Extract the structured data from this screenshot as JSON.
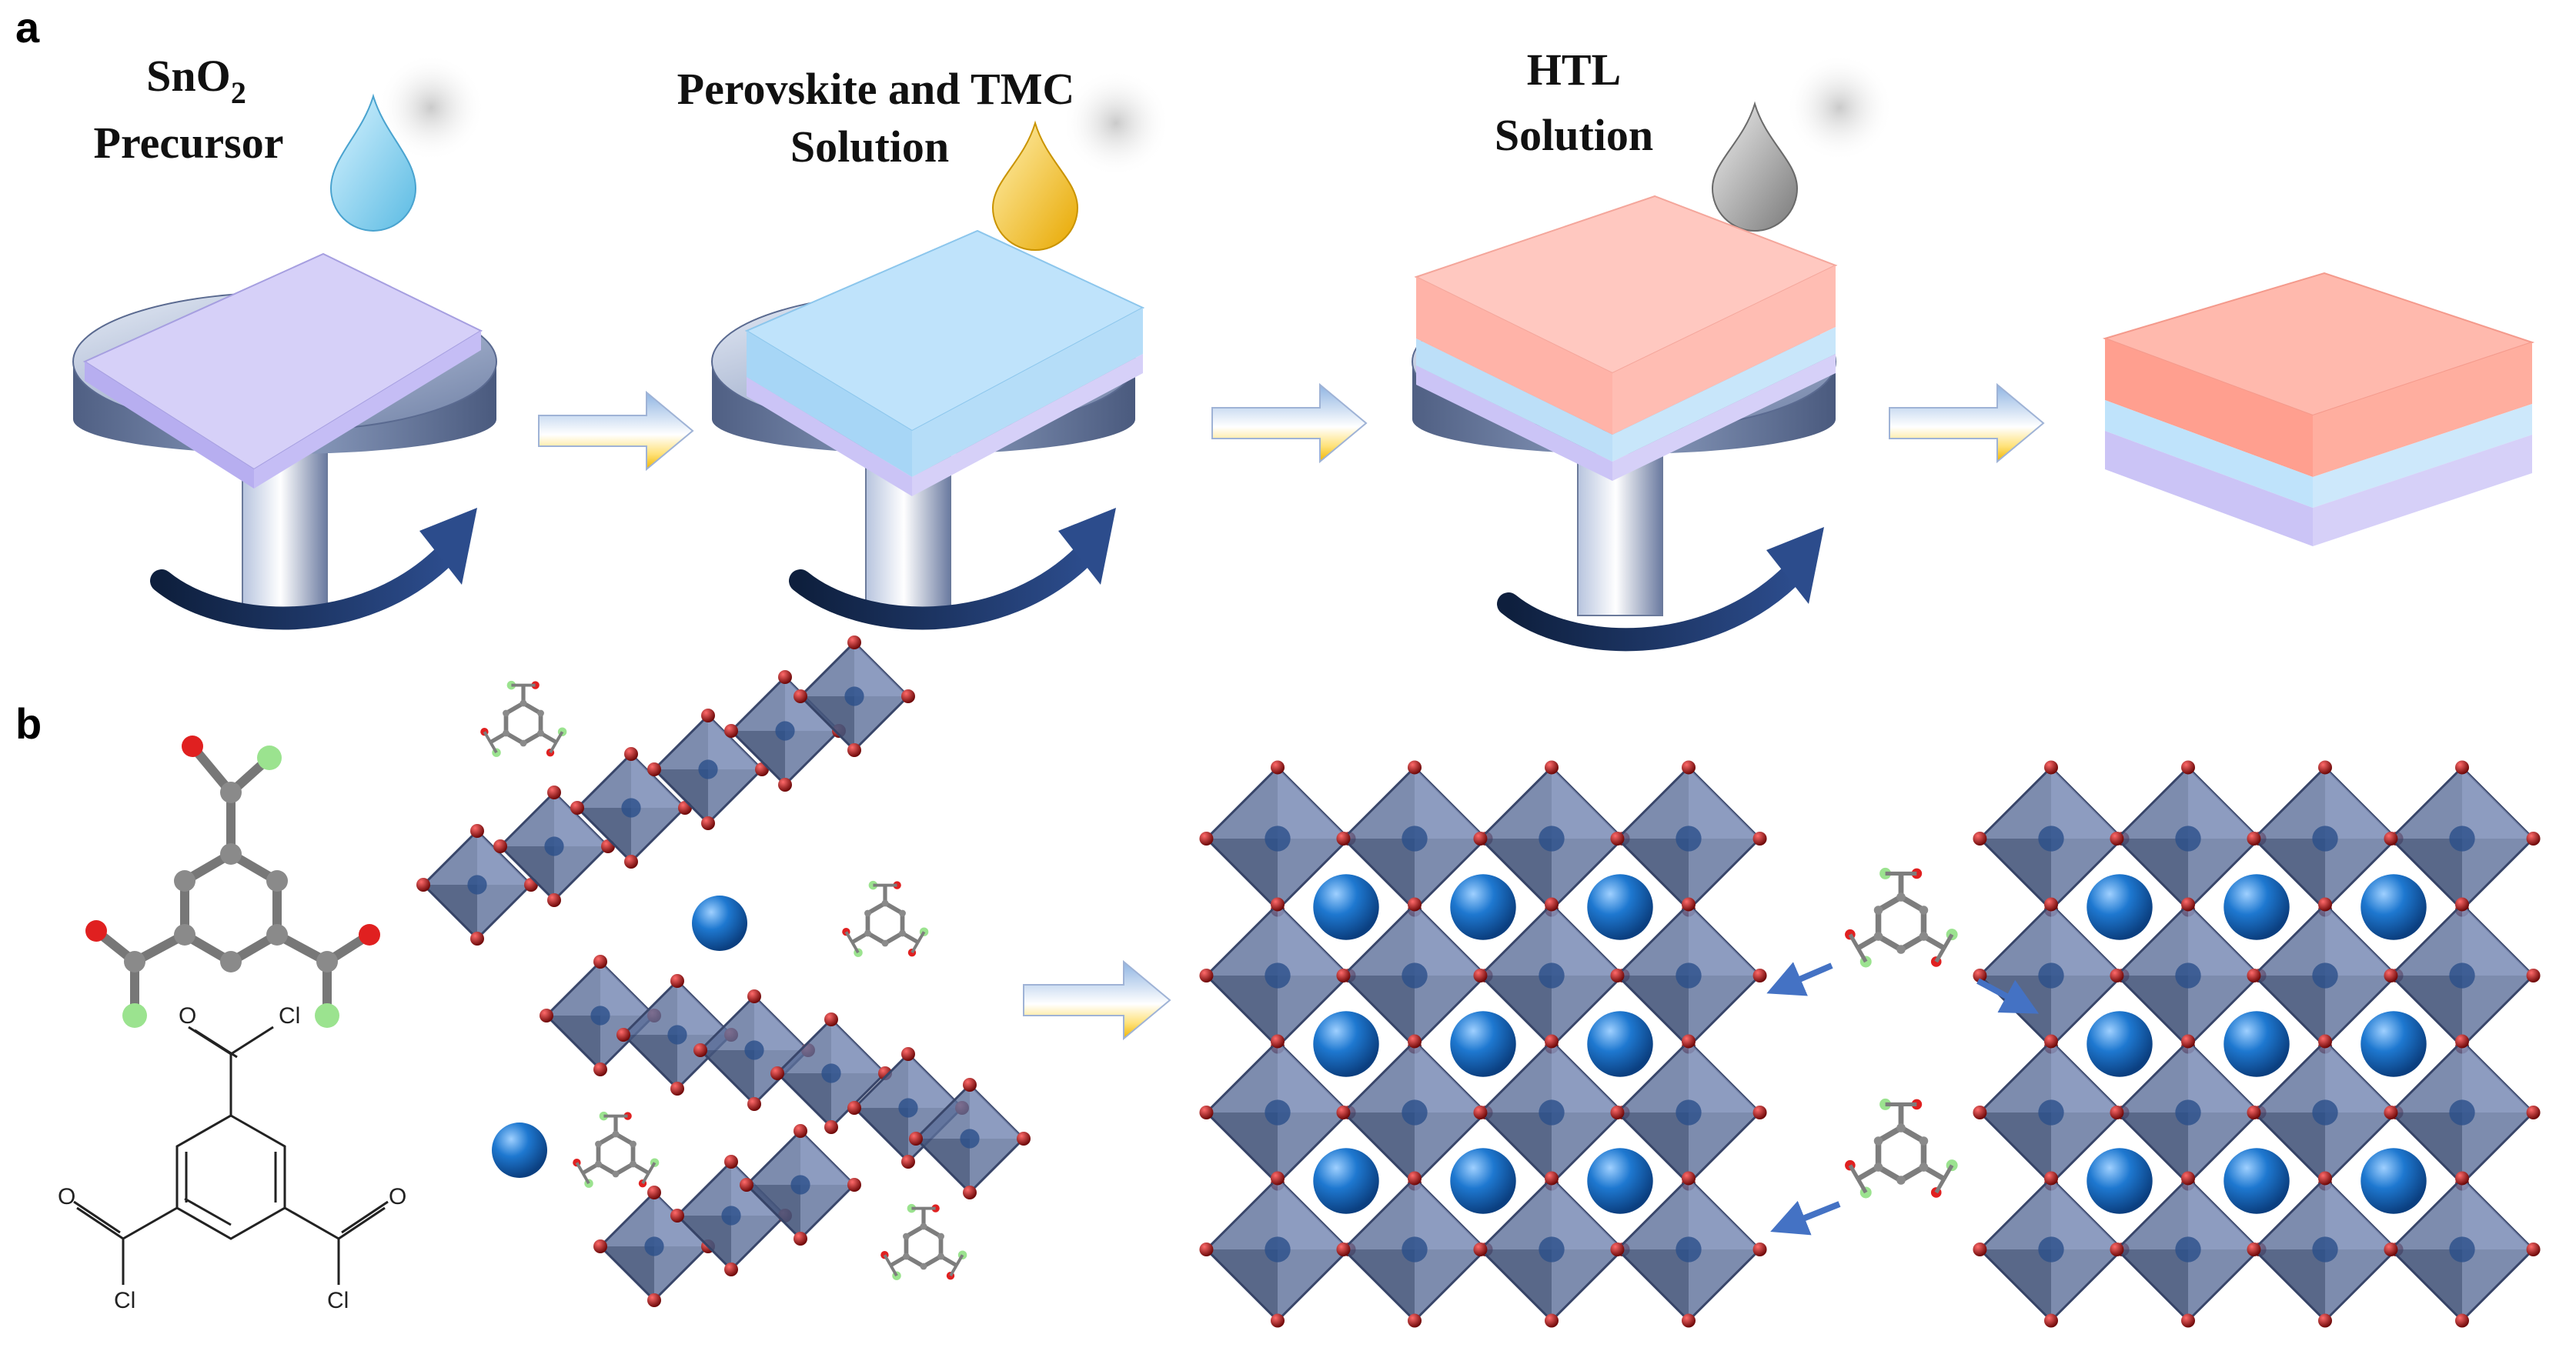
{
  "figure": {
    "panel_a": {
      "letter": "a",
      "steps": [
        {
          "line1": "SnO",
          "sub": "2",
          "line2": "Precursor",
          "drop": "#8fd3ee"
        },
        {
          "line1": "Perovskite and TMC",
          "line2": "Solution",
          "drop": "#f5c542"
        },
        {
          "line1": "HTL",
          "line2": "Solution",
          "drop": "#9a9a9a"
        }
      ],
      "colors": {
        "sno2_layer": "#d6d0f8",
        "perovskite_layer": "#bfe3fb",
        "htl_layer": "#ffb3a8",
        "spin_disk": "#8497bd",
        "rotation_arrow": "#1e3663"
      }
    },
    "panel_b": {
      "letter": "b",
      "molecule_atom_labels": [
        "O",
        "Cl",
        "O",
        "Cl",
        "O",
        "Cl"
      ],
      "colors": {
        "octahedron": "#5c6f9a",
        "halide": "#a01515",
        "cation": "#1565c0",
        "carbon": "#808080",
        "oxygen": "#e02020",
        "chlorine": "#9be38f",
        "interaction_arrow": "#4472c4"
      }
    }
  }
}
